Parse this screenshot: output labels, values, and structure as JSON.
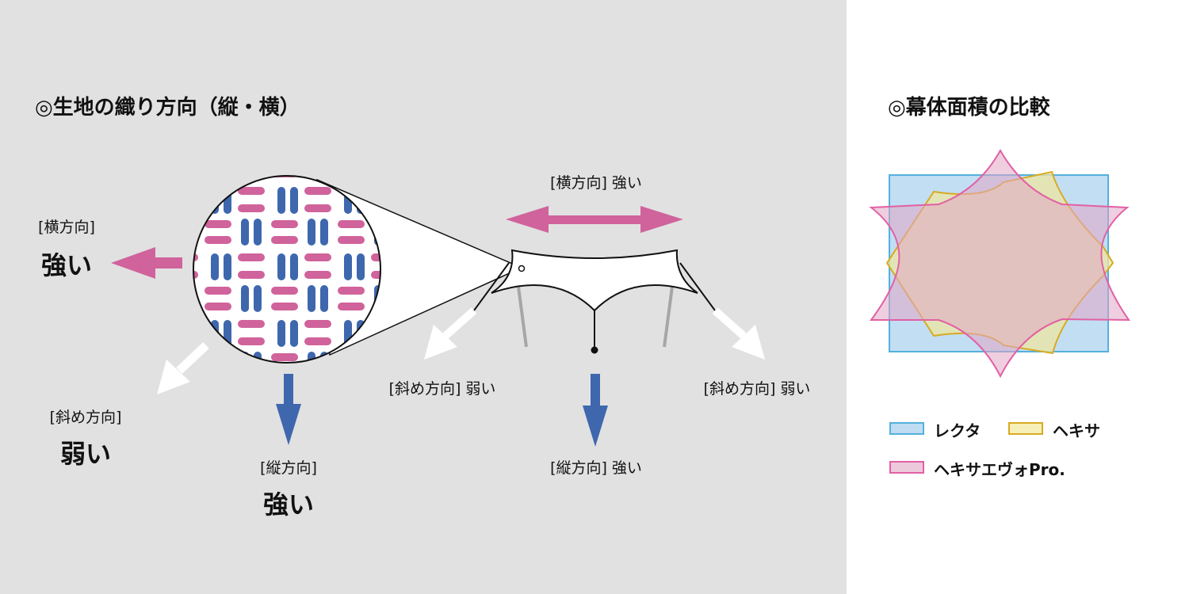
{
  "left_title": "◎生地の織り方向（縦・横）",
  "right_title": "◎幕体面積の比較",
  "fabric": {
    "weft_label": "[横方向]",
    "weft_strength": "強い",
    "bias_label": "[斜め方向]",
    "bias_strength": "弱い",
    "warp_label": "[縦方向]",
    "warp_strength": "強い"
  },
  "tarp": {
    "top_label": "[横方向] 強い",
    "left_label": "[斜め方向] 弱い",
    "right_label": "[斜め方向] 弱い",
    "bottom_label": "[縦方向] 強い"
  },
  "colors": {
    "pink": "#d0639b",
    "blue": "#3e67ae",
    "rekta_fill": "#bfdcf2",
    "rekta_stroke": "#55b0dc",
    "hexa_fill": "#eee6a2",
    "hexa_stroke": "#d8aa22",
    "pro_fill": "#e6b4cc",
    "pro_stroke": "#e160a4"
  },
  "legend": [
    {
      "name": "レクタ"
    },
    {
      "name": "ヘキサ"
    },
    {
      "name": "ヘキサエヴォPro."
    }
  ]
}
